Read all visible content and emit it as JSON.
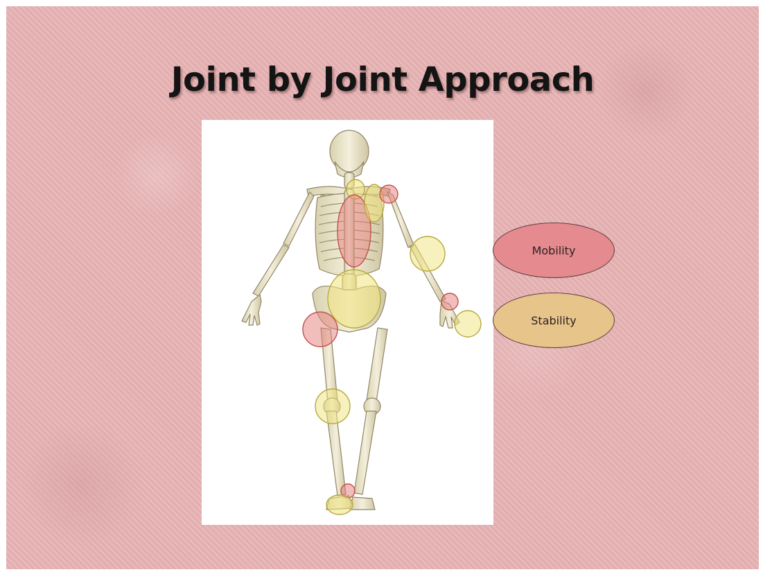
{
  "slide": {
    "title": "Joint by Joint Approach",
    "background_color": "#e8b4b5"
  },
  "legend": {
    "mobility": {
      "label": "Mobility",
      "color": "#e58a8f"
    },
    "stability": {
      "label": "Stability",
      "color": "#e7c48a"
    }
  },
  "joint_markers": [
    {
      "joint": "cervical spine",
      "category": "stability"
    },
    {
      "joint": "thoracic spine",
      "category": "mobility"
    },
    {
      "joint": "scapula",
      "category": "stability"
    },
    {
      "joint": "shoulder",
      "category": "mobility"
    },
    {
      "joint": "elbow",
      "category": "stability"
    },
    {
      "joint": "wrist",
      "category": "mobility"
    },
    {
      "joint": "hand",
      "category": "stability"
    },
    {
      "joint": "lumbar spine",
      "category": "stability"
    },
    {
      "joint": "hip",
      "category": "mobility"
    },
    {
      "joint": "knee",
      "category": "stability"
    },
    {
      "joint": "ankle",
      "category": "mobility"
    },
    {
      "joint": "foot",
      "category": "stability"
    }
  ]
}
